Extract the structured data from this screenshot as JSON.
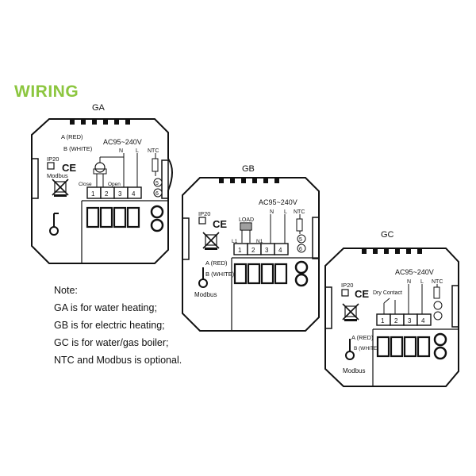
{
  "title": "WIRING",
  "diagrams": {
    "ga": {
      "label": "GA",
      "wire_a": "A (RED)",
      "wire_b": "B (WHITE)",
      "ip": "IP20",
      "ce": "CE",
      "modbus": "Modbus",
      "power": "AC95~240V",
      "n": "N",
      "l": "L",
      "ntc": "NTC",
      "close": "Close",
      "open": "Open",
      "terminals": [
        "1",
        "2",
        "3",
        "4"
      ],
      "ntc_terminals": [
        "5",
        "6"
      ]
    },
    "gb": {
      "label": "GB",
      "ip": "IP20",
      "ce": "CE",
      "power": "AC95~240V",
      "n": "N",
      "l": "L",
      "ntc": "NTC",
      "load": "LOAD",
      "l1": "L1",
      "n1": "N1",
      "wire_a": "A (RED)",
      "wire_b": "B (WHITE)",
      "modbus": "Modbus",
      "terminals": [
        "1",
        "2",
        "3",
        "4"
      ],
      "ntc_terminals": [
        "5",
        "6"
      ]
    },
    "gc": {
      "label": "GC",
      "ip": "IP20",
      "ce": "CE",
      "power": "AC95~240V",
      "n": "N",
      "l": "L",
      "ntc": "NTC",
      "dry_contact": "Dry Contact",
      "wire_a": "A (RED)",
      "wire_b": "B (WHITE)",
      "modbus": "Modbus",
      "terminals": [
        "1",
        "2",
        "3",
        "4"
      ]
    }
  },
  "note": {
    "heading": "Note:",
    "lines": [
      "GA is for water heating;",
      "GB is for electric heating;",
      "GC is for water/gas boiler;",
      "NTC and Modbus is optional."
    ]
  }
}
